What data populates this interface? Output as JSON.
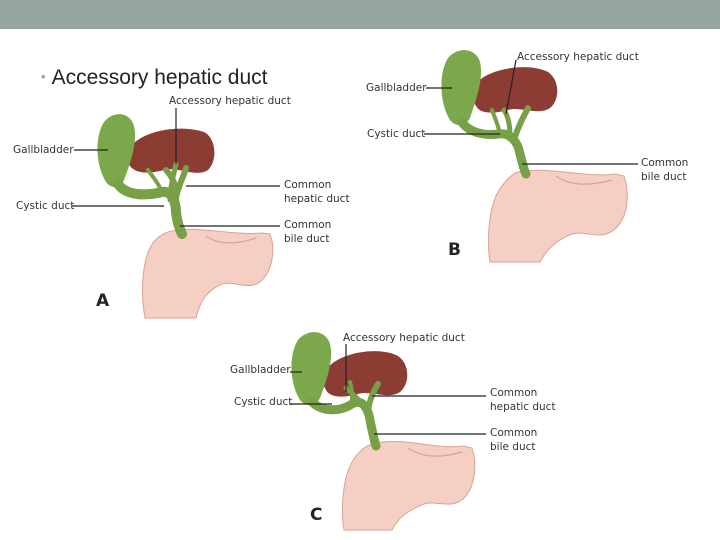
{
  "slide": {
    "bullet_text": "Accessory hepatic duct",
    "header_color": "#95a69f"
  },
  "colors": {
    "gallbladder": "#7aa84a",
    "duct": "#78a046",
    "liver": "#8b3d33",
    "duodenum": "#f6cfc4",
    "duodenum_edge": "#d8a396"
  },
  "panels": [
    {
      "id": "A",
      "letter": "A",
      "labels": {
        "accessory": "Accessory hepatic duct",
        "gallbladder": "Gallbladder",
        "cystic": "Cystic duct",
        "common_hepatic_1": "Common",
        "common_hepatic_2": "hepatic duct",
        "common_bile_1": "Common",
        "common_bile_2": "bile duct"
      }
    },
    {
      "id": "B",
      "letter": "B",
      "labels": {
        "accessory": "Accessory hepatic duct",
        "gallbladder": "Gallbladder",
        "cystic": "Cystic duct",
        "common_bile_1": "Common",
        "common_bile_2": "bile duct"
      }
    },
    {
      "id": "C",
      "letter": "C",
      "labels": {
        "accessory": "Accessory hepatic duct",
        "gallbladder": "Gallbladder",
        "cystic": "Cystic duct",
        "common_hepatic_1": "Common",
        "common_hepatic_2": "hepatic duct",
        "common_bile_1": "Common",
        "common_bile_2": "bile duct"
      }
    }
  ]
}
